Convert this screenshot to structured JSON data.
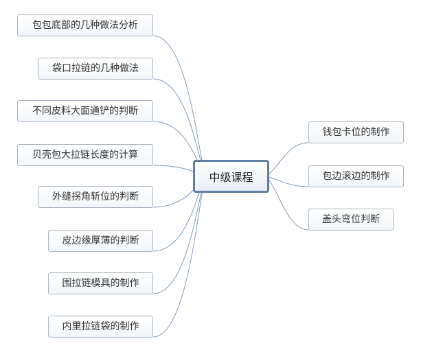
{
  "center": "中级课程",
  "left_topics": [
    "包包底部的几种做法分析",
    "袋口拉链的几种做法",
    "不同皮料大面通铲的判断",
    "贝壳包大拉链长度的计算",
    "外缝拐角斩位的判断",
    "皮边缘厚薄的判断",
    "围拉链模具的制作",
    "内里拉链袋的制作"
  ],
  "right_topics": [
    "钱包卡位的制作",
    "包边滚边的制作",
    "盖头弯位判断"
  ],
  "colors": {
    "line": "#7f9bb7",
    "center_border": "#5e7fa3",
    "node_border": "#a8b4c0"
  }
}
